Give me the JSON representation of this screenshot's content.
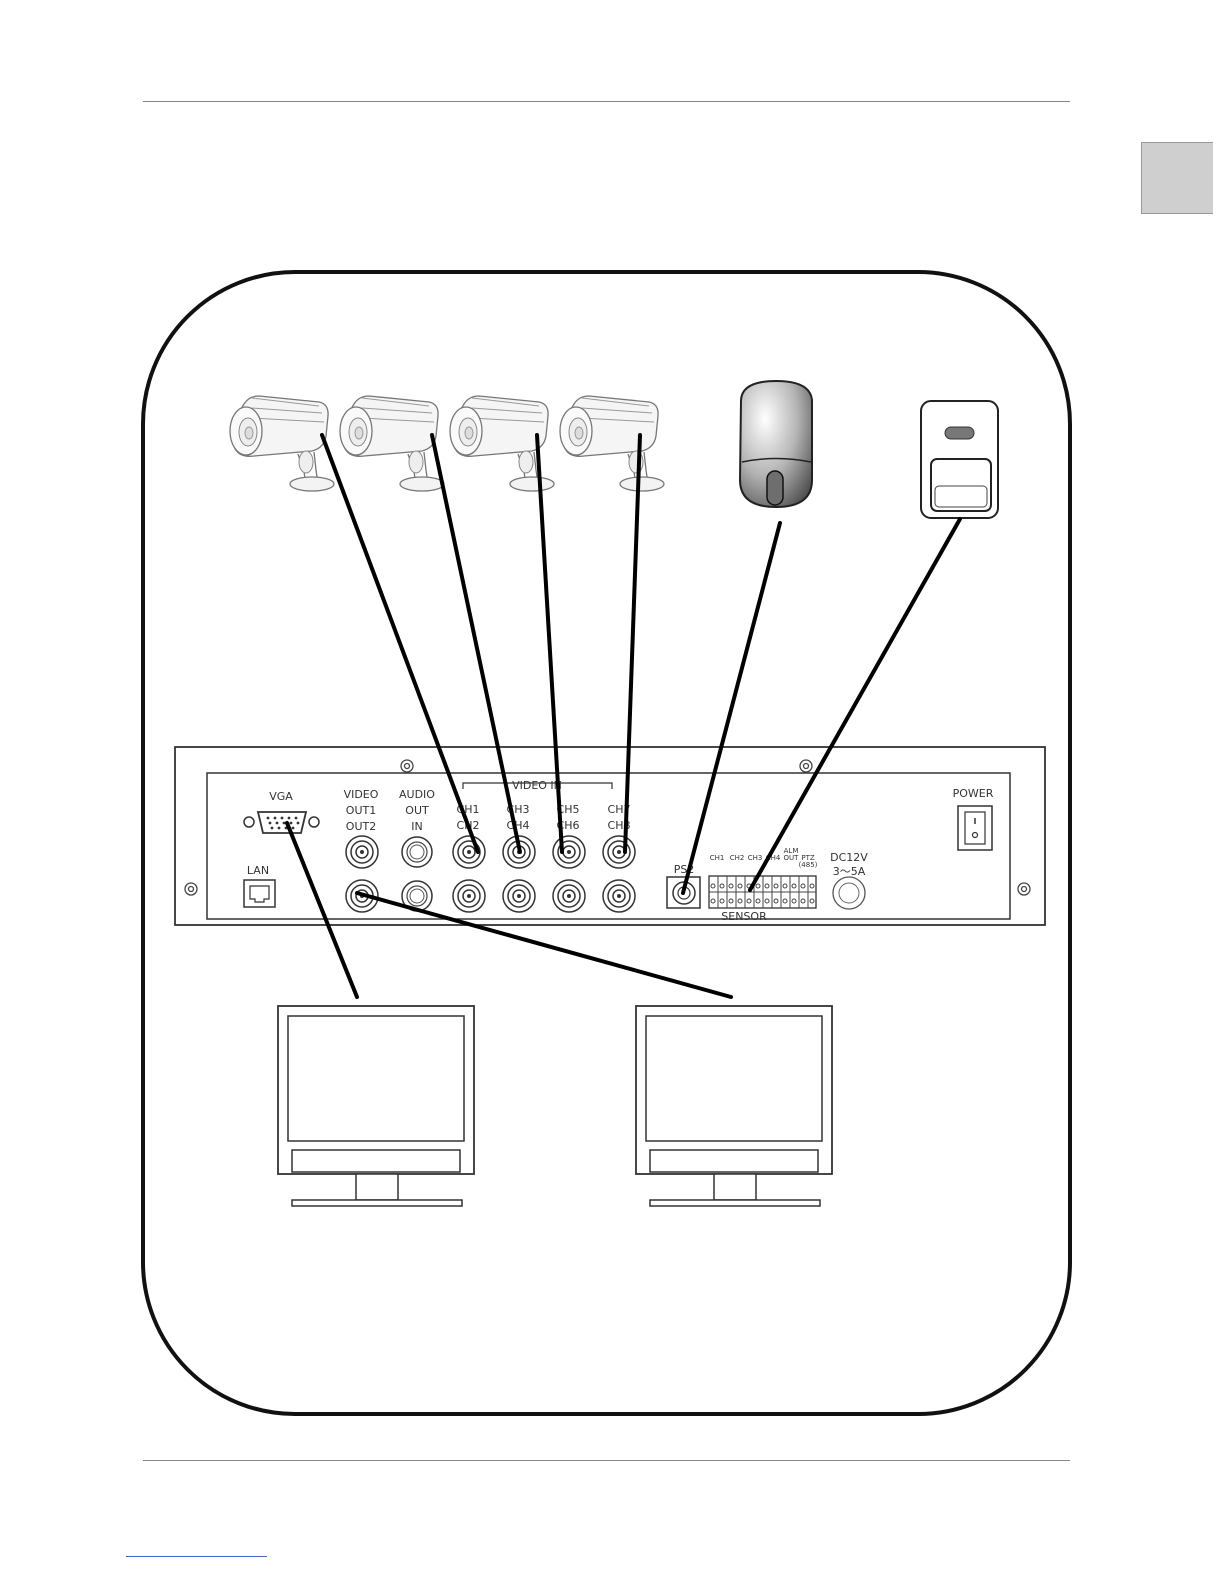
{
  "rear_panel": {
    "vga": "VGA",
    "lan": "LAN",
    "video_out": [
      "VIDEO",
      "OUT1",
      "OUT2"
    ],
    "audio": [
      "AUDIO",
      "OUT",
      "IN"
    ],
    "video_in": "VIDEO IN",
    "channels": [
      [
        "CH1",
        "CH2"
      ],
      [
        "CH3",
        "CH4"
      ],
      [
        "CH5",
        "CH6"
      ],
      [
        "CH7",
        "CH8"
      ]
    ],
    "ps2": "PS2",
    "sensor_channels": [
      "CH1",
      "CH2",
      "CH3",
      "CH4"
    ],
    "alm_out": [
      "ALM",
      "OUT"
    ],
    "ptz": [
      "PTZ",
      "(485)"
    ],
    "sensor": "SENSOR",
    "dc": [
      "DC12V",
      "3～5A"
    ],
    "power": "POWER"
  },
  "colors": {
    "rule": "#888888",
    "side_tab": "#cfcfcf",
    "cable": "#000000",
    "footer_link": "#4a63c9"
  },
  "icons": [
    "bullet-camera-icon",
    "mouse-icon",
    "sensor-switch-icon",
    "monitor-icon"
  ]
}
